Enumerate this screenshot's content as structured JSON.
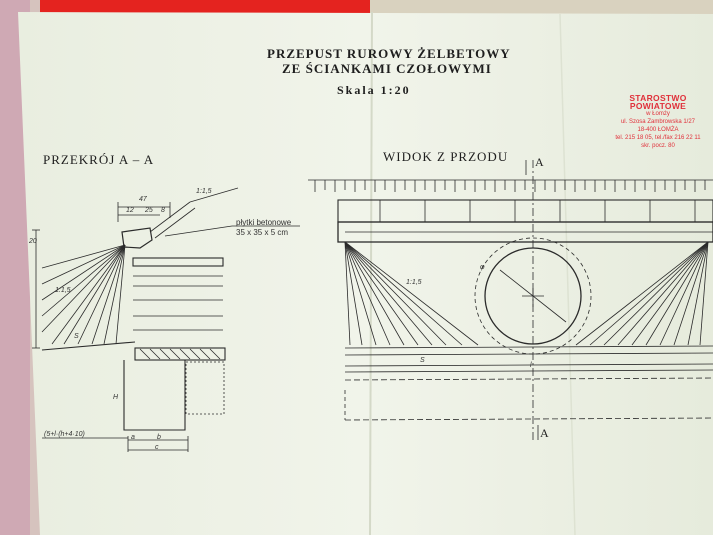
{
  "drawing": {
    "title_line1": "PRZEPUST RUROWY ŻELBETOWY",
    "title_line2": "ZE ŚCIANKAMI CZOŁOWYMI",
    "scale": "Skala 1:20",
    "section_left": "PRZEKRÓJ A – A",
    "section_right": "WIDOK Z PRZODU",
    "marker_a_top": "A",
    "marker_a_bottom": "A",
    "tiles_label_line1": "płytki betonowe",
    "tiles_label_line2": "35 x 35 x 5 cm"
  },
  "dimensions": {
    "d47": "47",
    "d25": "25",
    "d12": "12",
    "d8": "8",
    "d20": "20",
    "slope_115": "1:1,5",
    "slope_115_right": "1:1,5",
    "slope_115_far": "1:1,5",
    "dim_s_left": "S",
    "dim_s_bottom": "S",
    "dim_l": "l",
    "dim_a": "a",
    "dim_b": "b",
    "dim_c": "c",
    "dim_phi": "φ",
    "dim_h": "H",
    "dim_formula": "(5+l·(h+4·10)"
  },
  "stamp": {
    "line1": "STAROSTWO POWIATOWE",
    "line2": "w Łomży",
    "line3": "ul. Szosa Zambrowska 1/27",
    "line4": "18-400 ŁOMŻA",
    "line5": "tel. 215 18 05, tel./fax 216 22 11",
    "line6": "skr. pocz. 80"
  },
  "colors": {
    "paper": "#eef2e6",
    "ink": "#1e1e1e",
    "stamp_red": "#e0303a",
    "background_pink": "#d9c7c2",
    "binder_red": "#e4231f"
  }
}
